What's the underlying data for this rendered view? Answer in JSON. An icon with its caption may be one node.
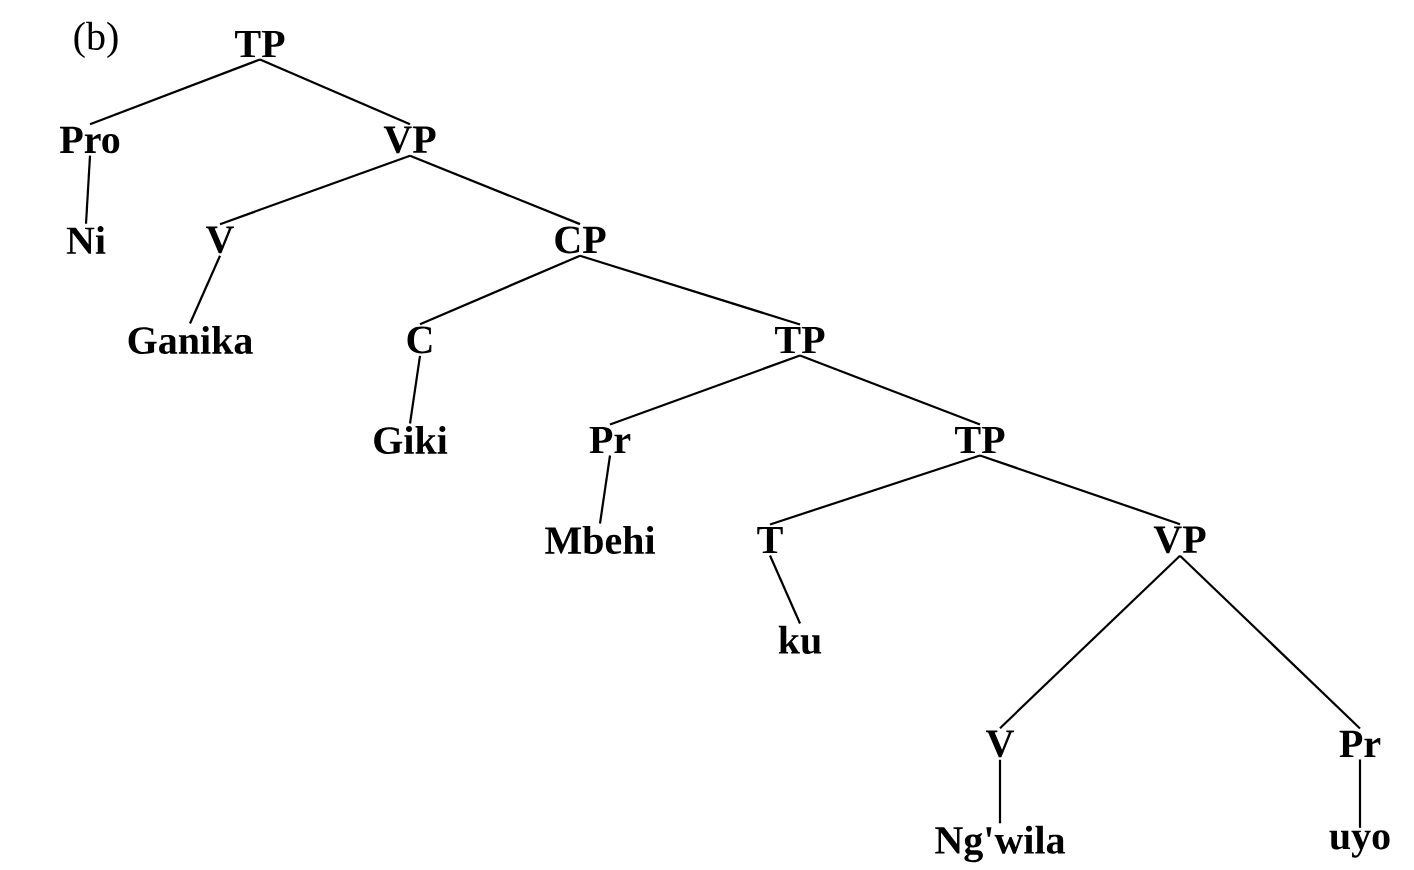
{
  "diagram": {
    "nodes": [
      {
        "text": [
          "TP"
        ]
      },
      {
        "text": [
          "Pro"
        ]
      },
      {
        "text": [
          "VP"
        ]
      },
      {
        "text": [
          "Ni"
        ]
      },
      {
        "text": [
          "V"
        ]
      },
      {
        "text": [
          "CP"
        ]
      },
      {
        "text": [
          "Ganika"
        ]
      },
      {
        "text": [
          "C"
        ]
      },
      {
        "text": [
          "TP"
        ]
      },
      {
        "text": [
          "Giki"
        ]
      },
      {
        "text": [
          "Pr"
        ]
      },
      {
        "text": [
          "TP"
        ]
      },
      {
        "text": [
          "Mbehi"
        ]
      },
      {
        "text": [
          "T"
        ]
      },
      {
        "text": [
          "VP"
        ]
      },
      {
        "text": [
          "ku"
        ]
      },
      {
        "text": [
          "V"
        ]
      },
      {
        "text": [
          "Pr"
        ]
      },
      {
        "text": [
          "Ng'wila"
        ]
      },
      {
        "text": [
          "uyo"
        ]
      }
    ],
    "edges": [
      {
        "from": 0,
        "to": 1,
        "arrow": "none"
      },
      {
        "from": 0,
        "to": 2,
        "arrow": "none"
      },
      {
        "from": 1,
        "to": 3,
        "arrow": "none"
      },
      {
        "from": 2,
        "to": 4,
        "arrow": "none"
      },
      {
        "from": 2,
        "to": 5,
        "arrow": "none"
      },
      {
        "from": 4,
        "to": 6,
        "arrow": "none"
      },
      {
        "from": 5,
        "to": 7,
        "arrow": "none"
      },
      {
        "from": 5,
        "to": 8,
        "arrow": "none"
      },
      {
        "from": 7,
        "to": 9,
        "arrow": "none"
      },
      {
        "from": 8,
        "to": 10,
        "arrow": "none"
      },
      {
        "from": 8,
        "to": 11,
        "arrow": "none"
      },
      {
        "from": 10,
        "to": 12,
        "arrow": "none"
      },
      {
        "from": 11,
        "to": 13,
        "arrow": "none"
      },
      {
        "from": 11,
        "to": 14,
        "arrow": "none"
      },
      {
        "from": 13,
        "to": 15,
        "arrow": "none"
      },
      {
        "from": 14,
        "to": 16,
        "arrow": "none"
      },
      {
        "from": 14,
        "to": 17,
        "arrow": "none"
      },
      {
        "from": 16,
        "to": 18,
        "arrow": "none"
      },
      {
        "from": 17,
        "to": 19,
        "arrow": "none"
      }
    ],
    "labels": [
      "(b)"
    ]
  }
}
